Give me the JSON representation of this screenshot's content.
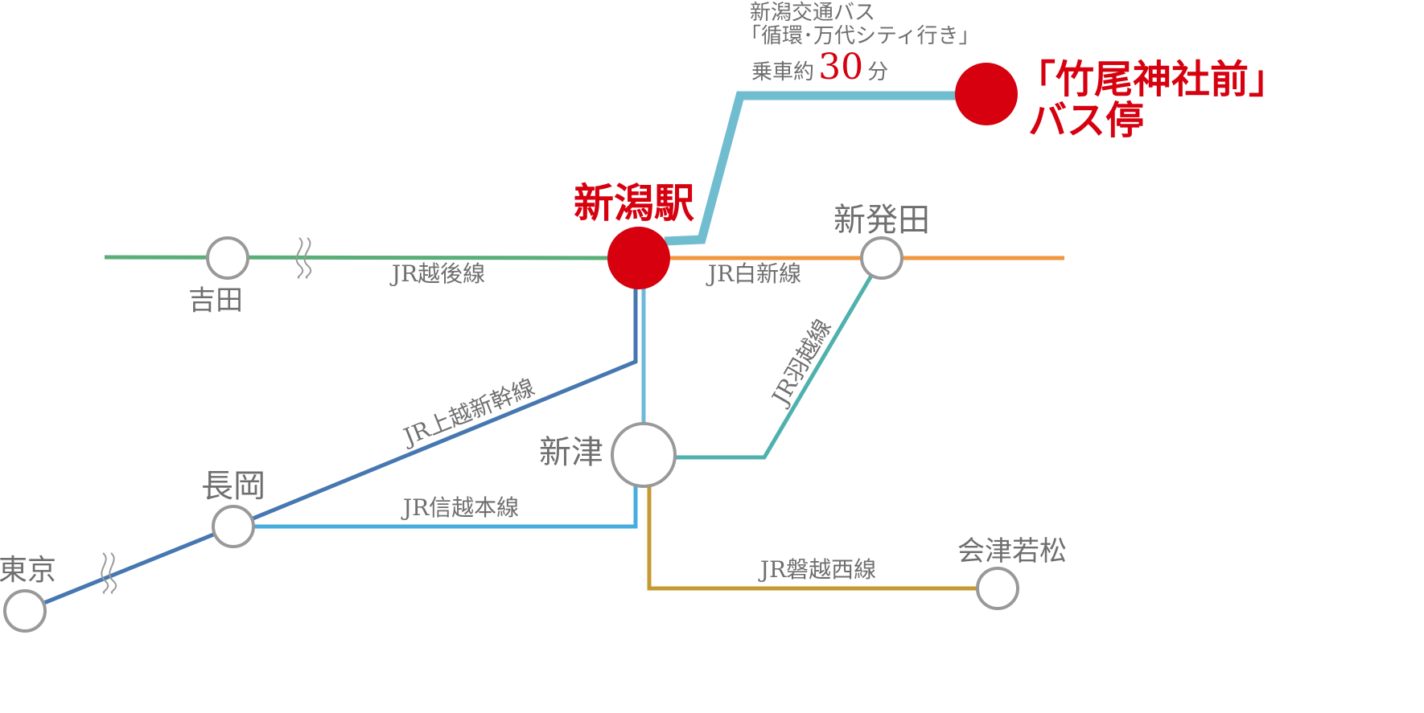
{
  "colors": {
    "echigo": "#5aae77",
    "hakushin": "#f0963c",
    "bus": "#71bdd0",
    "joetsu_shinkansen": "#4677b1",
    "shinetsu": "#47addf",
    "shinetsu_upper": "#6fb8d8",
    "uetsu": "#4fb1ad",
    "banetsu_west": "#c49a33",
    "accent_red": "#d6000f",
    "station_outline": "#999999",
    "text_gray": "#6f6f6f"
  },
  "stations": {
    "niigata": "新潟駅",
    "shibata": "新発田",
    "yoshida": "吉田",
    "niitsu": "新津",
    "nagaoka": "長岡",
    "tokyo": "東京",
    "aizuwakamatsu": "会津若松"
  },
  "lines": {
    "echigo": "JR越後線",
    "hakushin": "JR白新線",
    "joetsu_shinkansen": "JR上越新幹線",
    "uetsu": "JR羽越線",
    "shinetsu": "JR信越本線",
    "banetsu_west": "JR磐越西線"
  },
  "bus": {
    "line1": "新潟交通バス",
    "line2": "「循環･万代シティ行き」",
    "ride_prefix": "乗車約",
    "ride_minutes": "30",
    "ride_suffix": "分"
  },
  "destination": {
    "line1": "「竹尾神社前」",
    "line2": "バス停"
  }
}
